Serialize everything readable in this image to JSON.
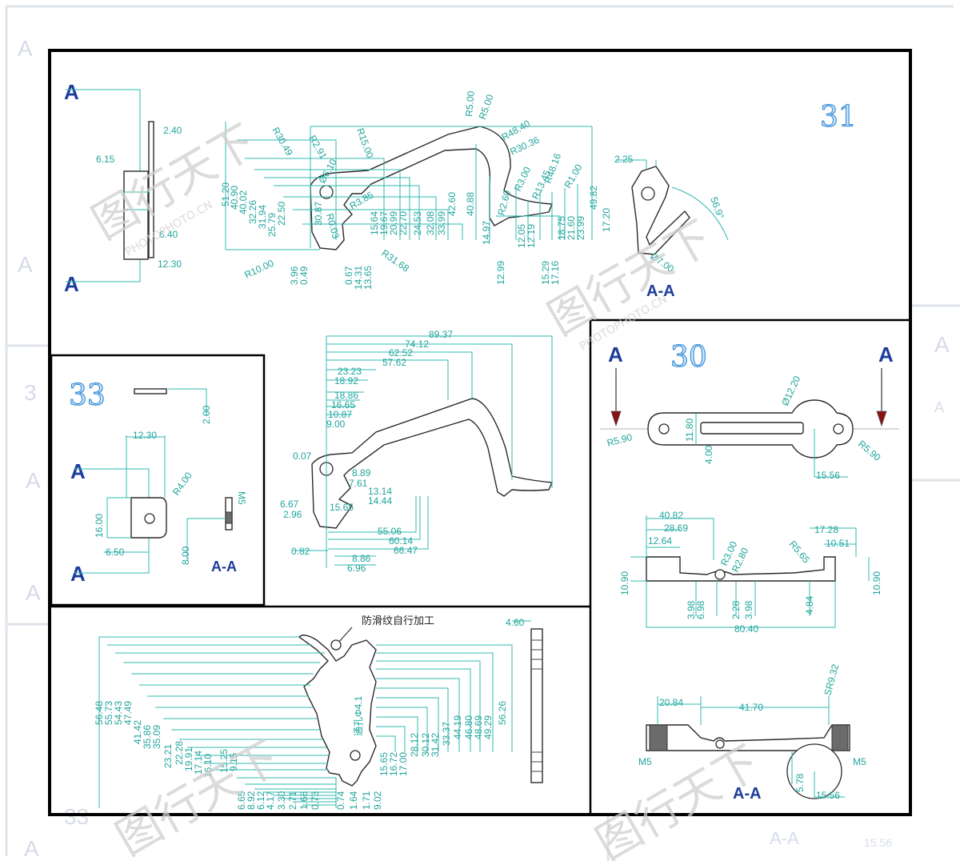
{
  "watermark": {
    "brand": "图行天下",
    "site": "PHOTOPHOTO.CN"
  },
  "drawings": [
    {
      "number": "31",
      "section_label": "A-A",
      "cut_marks": [
        "A",
        "A"
      ],
      "dimensions": [
        "2.40",
        "6.15",
        "6.40",
        "12.30",
        "51.20",
        "40.90",
        "40.02",
        "32.26",
        "31.94",
        "25.79",
        "22.50",
        "R30.49",
        "R2.91",
        "Ø6.10",
        "R15.00",
        "R3.85",
        "R0.03",
        "R10.00",
        "3.96",
        "0.49",
        "0.67",
        "14.31",
        "13.65",
        "R31.68",
        "30.87",
        "15.64",
        "19.67",
        "20.99",
        "22.70",
        "24.53",
        "32.08",
        "33.99",
        "42.60",
        "40.88",
        "14.97",
        "R5.00",
        "R5.00",
        "R48.40",
        "R30.36",
        "R2.60",
        "12.05",
        "12.19",
        "12.99",
        "R3.00",
        "R13.45",
        "R48.16",
        "R1.00",
        "18.75",
        "21.60",
        "23.99",
        "49.82",
        "17.20",
        "15.29",
        "17.16",
        "2.25",
        "56.9°",
        "Ø7.00"
      ]
    },
    {
      "number": "",
      "section_label": "",
      "cut_marks": [],
      "dimensions": [
        "89.37",
        "74.12",
        "62.52",
        "57.62",
        "23.23",
        "18.92",
        "18.86",
        "16.65",
        "10.87",
        "9.00",
        "0.07",
        "8.89",
        "7.61",
        "13.14",
        "14.44",
        "6.67",
        "2.96",
        "15.65",
        "55.06",
        "60.14",
        "66.47",
        "0.82",
        "8.86",
        "6.96"
      ]
    },
    {
      "number": "33",
      "section_label": "A-A",
      "cut_marks": [
        "A",
        "A"
      ],
      "dimensions": [
        "2.00",
        "12.30",
        "R4.00",
        "16.00",
        "6.50",
        "M5",
        "8.00"
      ]
    },
    {
      "number": "30",
      "section_label": "A-A",
      "cut_marks": [
        "A",
        "A"
      ],
      "dimensions": [
        "Ø12.20",
        "11.80",
        "4.00",
        "R5.90",
        "R5.90",
        "15.56",
        "40.82",
        "28.69",
        "12.64",
        "R3.00",
        "R2.80",
        "R5.65",
        "17.28",
        "10.51",
        "10.90",
        "10.90",
        "3.98",
        "6.98",
        "2.28",
        "3.98",
        "4.84",
        "80.40",
        "20.84",
        "41.70",
        "SR9.32",
        "M5",
        "M5",
        "5.78",
        "15.56"
      ]
    },
    {
      "number": "",
      "section_label": "",
      "cut_marks": [],
      "note": "防滑纹自行加工",
      "through_hole_label": "通孔Φ4.1",
      "dimensions": [
        "4.60",
        "56.48",
        "55.73",
        "54.43",
        "47.49",
        "41.42",
        "35.86",
        "35.09",
        "22.28",
        "23.21",
        "19.91",
        "17.14",
        "16.10",
        "15.25",
        "9.15",
        "6.65",
        "8.92",
        "6.12",
        "4.17",
        "3.30",
        "2.71",
        "1.68",
        "0.73",
        "0.74",
        "1.64",
        "1.71",
        "9.02",
        "15.65",
        "16.72",
        "17.00",
        "28.12",
        "30.12",
        "31.42",
        "33.37",
        "44.19",
        "46.80",
        "48.69",
        "49.29",
        "56.26"
      ]
    }
  ],
  "ghost_marks": {
    "left_letters": [
      "A",
      "3",
      "A",
      "A",
      "A",
      "33",
      "A"
    ],
    "right_letters": [
      "A",
      "A"
    ],
    "bottom_labels": [
      "A-A",
      "15.56"
    ]
  }
}
